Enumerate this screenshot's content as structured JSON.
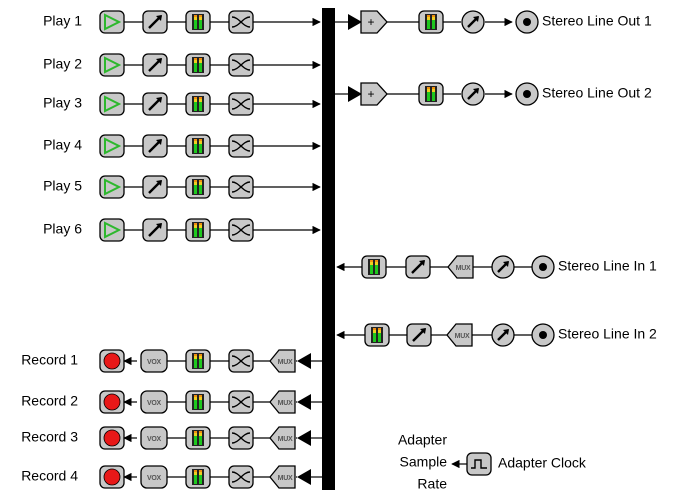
{
  "play_channels": [
    {
      "label": "Play 1"
    },
    {
      "label": "Play 2"
    },
    {
      "label": "Play 3"
    },
    {
      "label": "Play 4"
    },
    {
      "label": "Play 5"
    },
    {
      "label": "Play 6"
    }
  ],
  "outputs": [
    {
      "label": "Stereo Line Out 1"
    },
    {
      "label": "Stereo Line Out 2"
    }
  ],
  "inputs": [
    {
      "label": "Stereo Line In 1",
      "mux_text": "MUX"
    },
    {
      "label": "Stereo Line In 2",
      "mux_text": "MUX"
    }
  ],
  "record_channels": [
    {
      "label": "Record 1",
      "vox_text": "VOX",
      "mux_text": "MUX"
    },
    {
      "label": "Record 2",
      "vox_text": "VOX",
      "mux_text": "MUX"
    },
    {
      "label": "Record 3",
      "vox_text": "VOX",
      "mux_text": "MUX"
    },
    {
      "label": "Record 4",
      "vox_text": "VOX",
      "mux_text": "MUX"
    }
  ],
  "adapter": {
    "sample_rate_lines": [
      "Adapter",
      "Sample",
      "Rate"
    ],
    "clock_label": "Adapter Clock"
  },
  "icons": {
    "play": "play-icon",
    "volume": "volume-knob-icon",
    "meter": "level-meter-icon",
    "crossfade": "crossfade-icon",
    "mixer": "mixer-sum-icon",
    "line_jack": "line-jack-icon",
    "mux": "mux-icon",
    "vox": "vox-icon",
    "record": "record-icon",
    "clock": "clock-icon"
  },
  "colors": {
    "icon_fill": "#c8c8c8",
    "play_green": "#2db82d",
    "record_red": "#e81818",
    "meter_green": "#1ec81e",
    "meter_yellow": "#f0d020",
    "meter_orange": "#f09010",
    "bus": "#000000"
  }
}
